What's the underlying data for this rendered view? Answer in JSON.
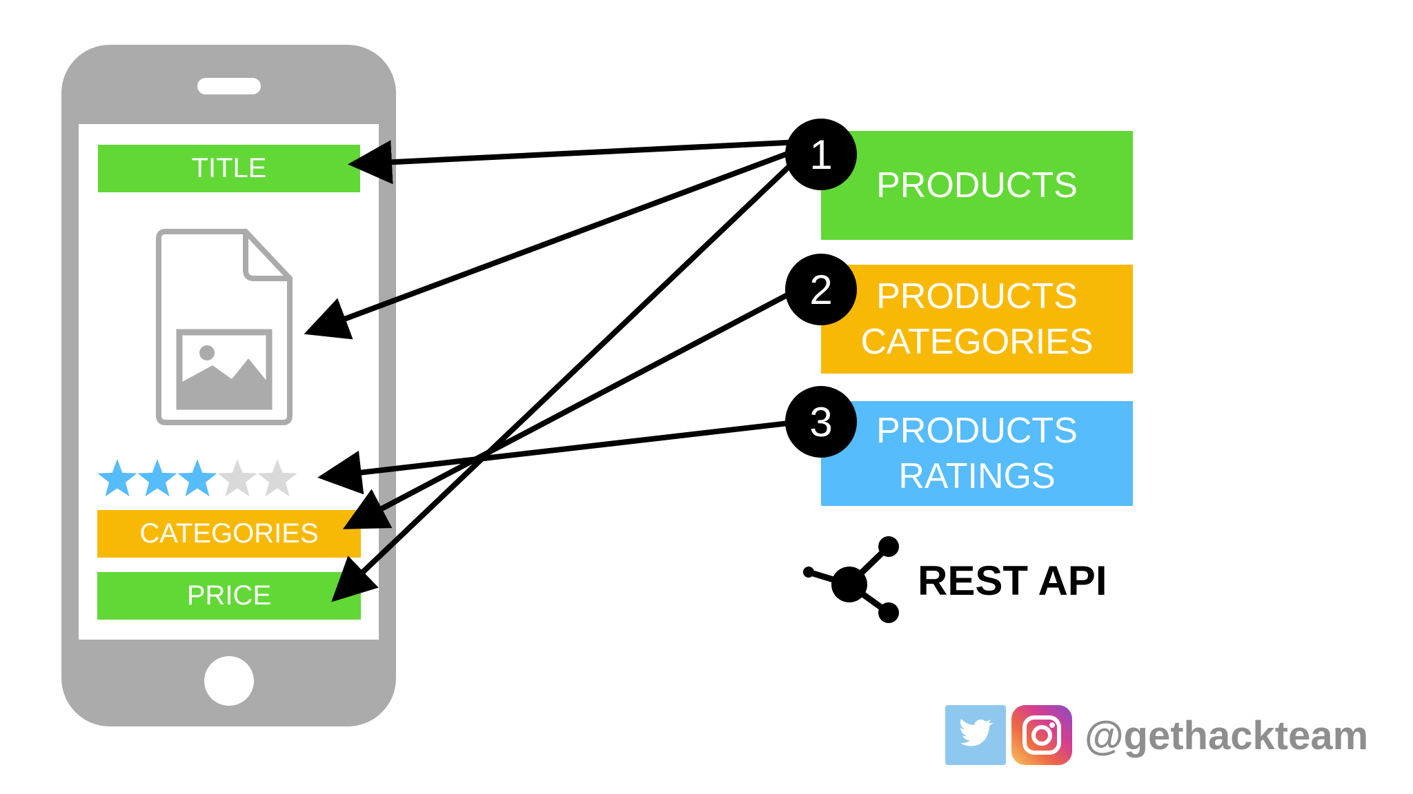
{
  "phone": {
    "title_label": "TITLE",
    "categories_label": "CATEGORIES",
    "price_label": "PRICE",
    "rating": {
      "filled": 3,
      "total": 5
    }
  },
  "api_resources": [
    {
      "number": "1",
      "lines": [
        "PRODUCTS"
      ],
      "color": "#62d836"
    },
    {
      "number": "2",
      "lines": [
        "PRODUCTS",
        "CATEGORIES"
      ],
      "color": "#f8b906"
    },
    {
      "number": "3",
      "lines": [
        "PRODUCTS",
        "RATINGS"
      ],
      "color": "#56bcfb"
    }
  ],
  "rest_api_label": "REST API",
  "social": {
    "handle": "@gethackteam",
    "icons": [
      "twitter-icon",
      "instagram-icon"
    ]
  },
  "colors": {
    "green": "#62d836",
    "orange": "#f8b906",
    "blue": "#56bcfb",
    "phone_gray": "#ababab",
    "star_filled": "#56bcfb",
    "star_empty": "#d9d9d9"
  }
}
